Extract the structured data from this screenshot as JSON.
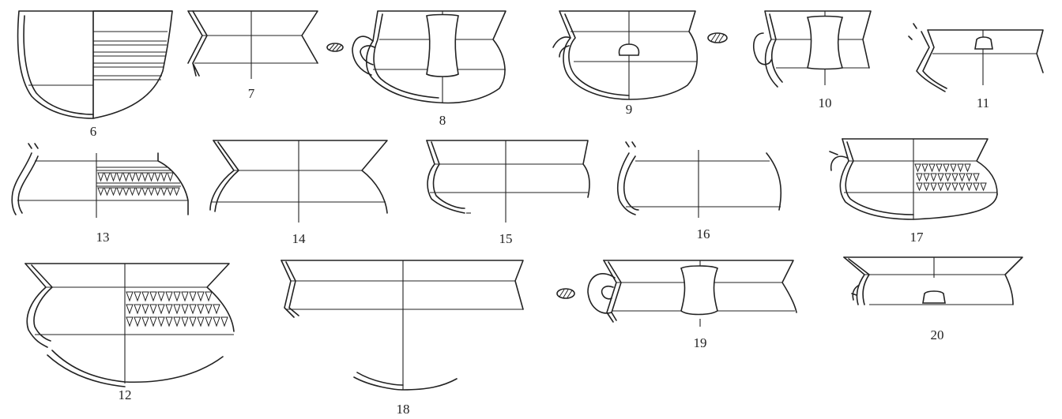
{
  "figure": {
    "background": "#ffffff",
    "ink": "#222222",
    "vessels": [
      {
        "id": "6",
        "label": "6",
        "decoration": "horizontal grooves"
      },
      {
        "id": "7",
        "label": "7",
        "decoration": "none"
      },
      {
        "id": "8",
        "label": "8",
        "decoration": "strap handle",
        "handle_section": true
      },
      {
        "id": "9",
        "label": "9",
        "decoration": "lug",
        "handle_section": true
      },
      {
        "id": "10",
        "label": "10",
        "decoration": "strap handle",
        "handle_section": true
      },
      {
        "id": "11",
        "label": "11",
        "decoration": "lug"
      },
      {
        "id": "13",
        "label": "13",
        "decoration": "incised triangles"
      },
      {
        "id": "14",
        "label": "14",
        "decoration": "none"
      },
      {
        "id": "15",
        "label": "15",
        "decoration": "none"
      },
      {
        "id": "16",
        "label": "16",
        "decoration": "none"
      },
      {
        "id": "17",
        "label": "17",
        "decoration": "incised triangles"
      },
      {
        "id": "12",
        "label": "12",
        "decoration": "incised triangles"
      },
      {
        "id": "18",
        "label": "18",
        "decoration": "none"
      },
      {
        "id": "19",
        "label": "19",
        "decoration": "strap handle",
        "handle_section": true
      },
      {
        "id": "20",
        "label": "20",
        "decoration": "lug"
      }
    ]
  }
}
